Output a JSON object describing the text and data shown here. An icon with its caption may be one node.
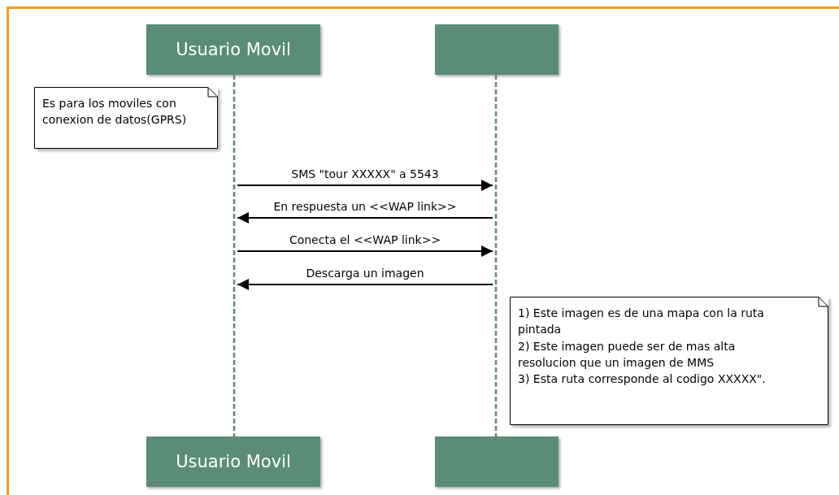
{
  "diagram": {
    "nodes": [
      {
        "text": [
          "Usuario Movil"
        ]
      },
      {
        "text": [],
        "shape": "box"
      },
      {
        "text": [],
        "shape": "bar"
      },
      {
        "text": [],
        "shape": "bar"
      },
      {
        "text": [
          "Es para los moviles con conexion de datos(GPRS)"
        ]
      },
      {
        "text": [
          "1) Este imagen es de una mapa con la ruta pintada",
          "2) Este imagen puede ser de mas alta resolucion que un imagen de MMS",
          "3) Esta ruta corresponde al codigo XXXXX\"."
        ]
      },
      {
        "text": [
          "Usuario Movil"
        ]
      },
      {
        "text": [],
        "shape": "box"
      }
    ],
    "edges": [
      {
        "from": 2,
        "to": 3,
        "arrow": "to",
        "label": "SMS \"tour XXXXX\" a 5543"
      },
      {
        "from": 3,
        "to": 2,
        "arrow": "to",
        "label": "En respuesta un <<WAP link>>"
      },
      {
        "from": 2,
        "to": 3,
        "arrow": "to",
        "label": "Conecta el <<WAP link>>"
      },
      {
        "from": 3,
        "to": 2,
        "arrow": "to",
        "label": "Descarga un imagen"
      }
    ]
  }
}
